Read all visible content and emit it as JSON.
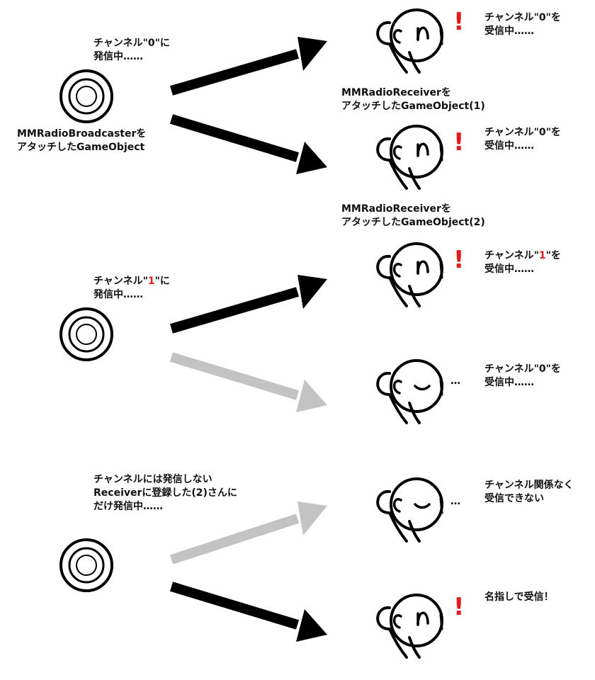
{
  "scenes": [
    {
      "broadcast_text": [
        "チャンネル\"0\"に",
        "発信中……"
      ],
      "broadcaster_label": [
        "MMRadioBroadcasterを",
        "アタッチしたGameObject"
      ],
      "receivers": [
        {
          "state": "receiving",
          "mark": "!",
          "text": [
            "チャンネル\"0\"を",
            "受信中……"
          ],
          "label": [
            "MMRadioReceiverを",
            "アタッチしたGameObject(1)"
          ]
        },
        {
          "state": "receiving",
          "mark": "!",
          "text": [
            "チャンネル\"0\"を",
            "受信中……"
          ],
          "label": [
            "MMRadioReceiverを",
            "アタッチしたGameObject(2)"
          ]
        }
      ]
    },
    {
      "broadcast_text_pre": "チャンネル\"",
      "broadcast_text_highlight": "1",
      "broadcast_text_post": "\"に",
      "broadcast_text_line2": "発信中……",
      "receivers": [
        {
          "state": "receiving",
          "mark": "!",
          "text_pre": "チャンネル\"",
          "text_highlight": "1",
          "text_post": "\"を",
          "text_line2": "受信中……"
        },
        {
          "state": "idle",
          "mark": "…",
          "text": [
            "チャンネル\"0\"を",
            "受信中……"
          ]
        }
      ]
    },
    {
      "broadcast_text": [
        "チャンネルには発信しない",
        "Receiverに登録した(2)さんに",
        "だけ発信中……"
      ],
      "receivers": [
        {
          "state": "idle",
          "mark": "…",
          "text": [
            "チャンネル関係なく",
            "受信できない"
          ]
        },
        {
          "state": "receiving",
          "mark": "!",
          "text": [
            "名指しで受信！"
          ]
        }
      ]
    }
  ],
  "icons": {
    "broadcaster": "broadcaster-target-icon",
    "receiver": "listening-person-icon",
    "active_arrow": "black-arrow",
    "inactive_arrow": "gray-arrow"
  },
  "colors": {
    "highlight": "#e31b1b",
    "ink": "#111111",
    "active_arrow": "#000000",
    "inactive_arrow": "#c3c3c3"
  }
}
